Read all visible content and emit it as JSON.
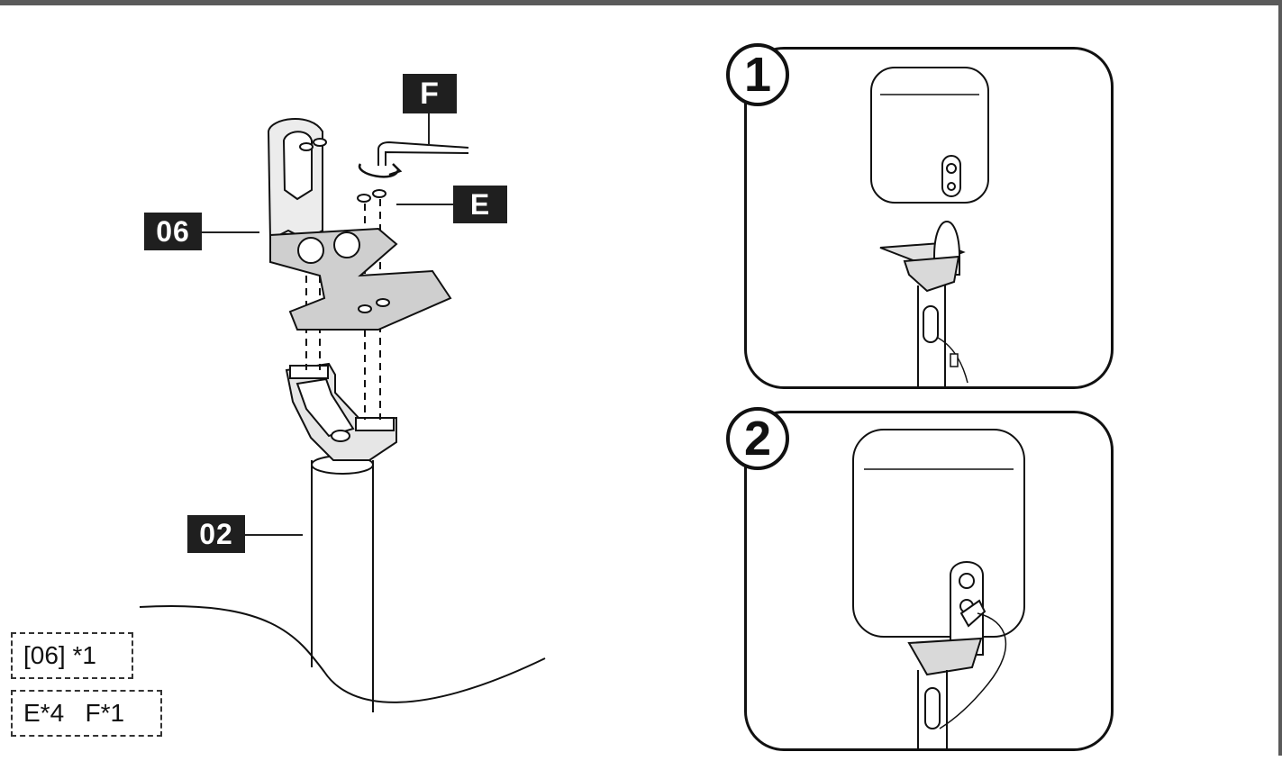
{
  "labels": {
    "part_f": "F",
    "part_e": "E",
    "part_06": "06",
    "part_02": "02"
  },
  "parts_list": {
    "line1": "[06] *1",
    "line2": "E*4   F*1"
  },
  "steps": [
    {
      "number": "1"
    },
    {
      "number": "2"
    }
  ],
  "colors": {
    "tag_background": "#1f1f1f",
    "tag_text": "#ffffff",
    "frame": "#5a5a5a",
    "line_art": "#111111",
    "plate_fill": "#d9d9d9"
  },
  "icons": {
    "rotation": "rotate-arrow-icon",
    "hex_key": "allen-key-icon",
    "screw": "screw-icon"
  }
}
